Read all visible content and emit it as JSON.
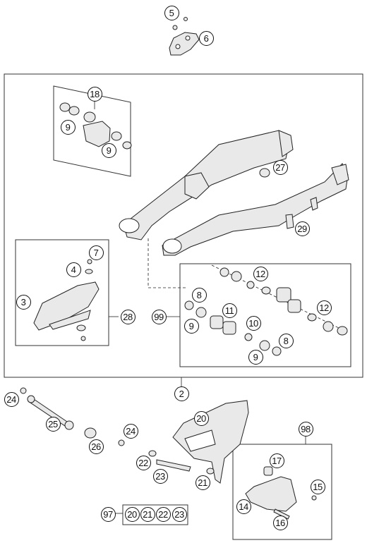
{
  "callouts": {
    "c2": "2",
    "c3": "3",
    "c4": "4",
    "c5": "5",
    "c6": "6",
    "c7": "7",
    "c8a": "8",
    "c8b": "8",
    "c9a": "9",
    "c9b": "9",
    "c9c": "9",
    "c9d": "9",
    "c10": "10",
    "c11": "11",
    "c12a": "12",
    "c12b": "12",
    "c14": "14",
    "c15": "15",
    "c16": "16",
    "c17": "17",
    "c18": "18",
    "c20a": "20",
    "c20b": "20",
    "c21a": "21",
    "c21b": "21",
    "c22a": "22",
    "c22b": "22",
    "c23a": "23",
    "c23b": "23",
    "c24a": "24",
    "c24b": "24",
    "c25": "25",
    "c26": "26",
    "c27": "27",
    "c28": "28",
    "c29": "29",
    "c97": "97",
    "c98": "98",
    "c99": "99"
  }
}
